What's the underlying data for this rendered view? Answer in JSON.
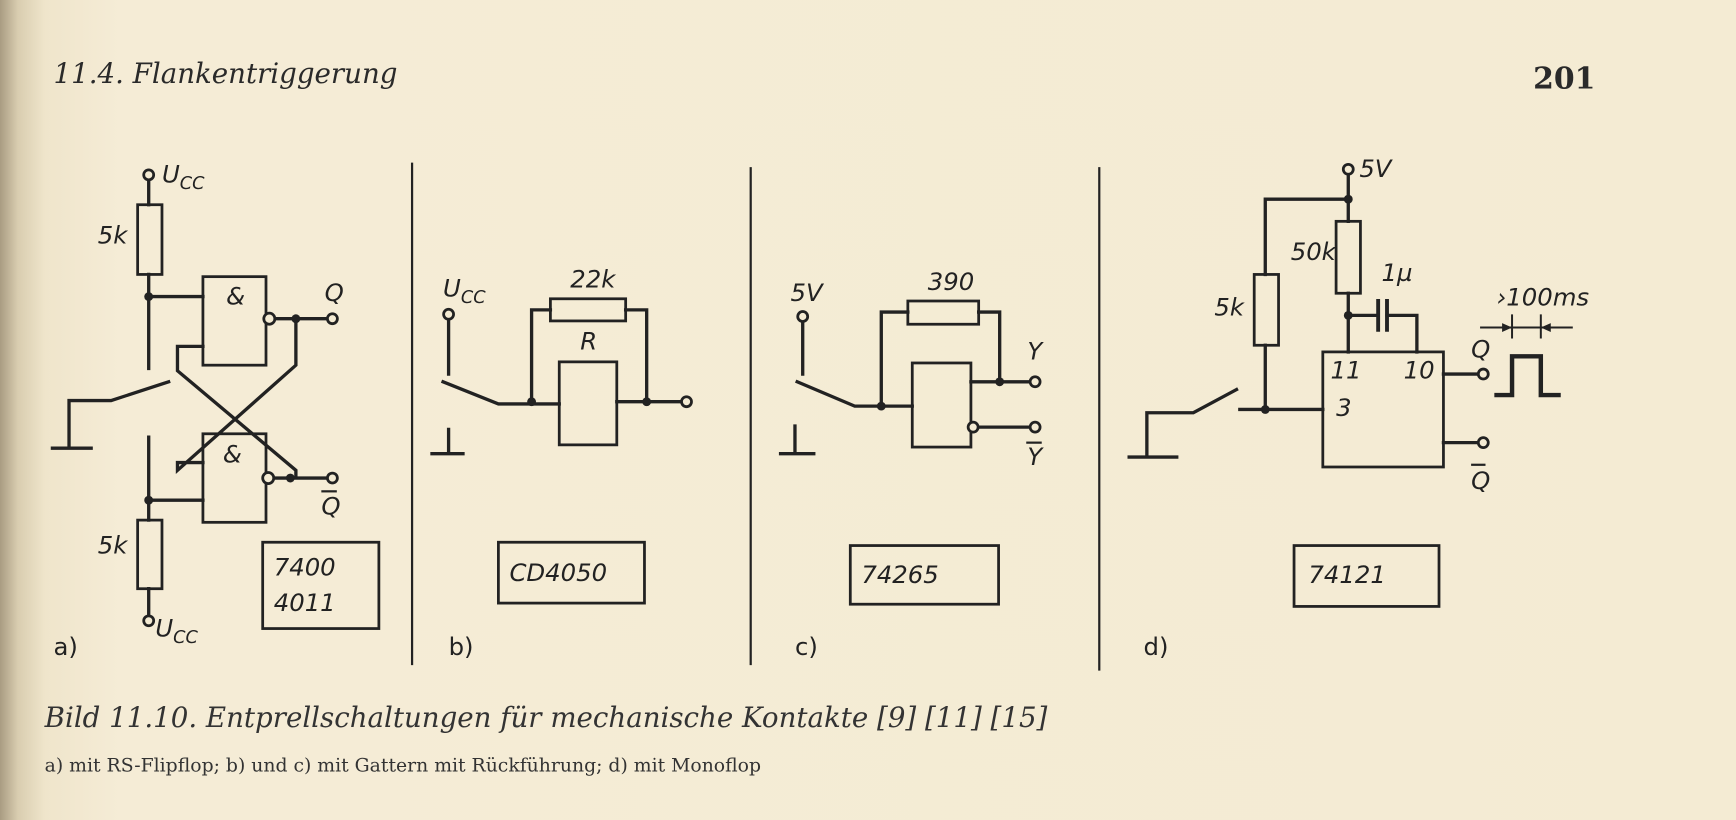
{
  "header": {
    "section": "11.4. Flankentriggerung",
    "page_number": "201"
  },
  "figure": {
    "a": {
      "label": "a)",
      "supply_top": "U",
      "supply_top_sub": "CC",
      "supply_bottom": "U",
      "supply_bottom_sub": "CC",
      "r_top": "5k",
      "r_bottom": "5k",
      "gate_symbol": "&",
      "out_q": "Q",
      "out_qbar": "Q",
      "chip_line1": "7400",
      "chip_line2": "4011"
    },
    "b": {
      "label": "b)",
      "supply": "U",
      "supply_sub": "CC",
      "resistor": "22k",
      "block": "R",
      "chip": "CD4050"
    },
    "c": {
      "label": "c)",
      "supply": "5V",
      "resistor": "390",
      "out_y": "Y",
      "out_ybar": "Y",
      "chip": "74265"
    },
    "d": {
      "label": "d)",
      "supply": "5V",
      "r1": "5k",
      "r2": "50k",
      "cap": "1µ",
      "pin11": "11",
      "pin10": "10",
      "pin3": "3",
      "out_q": "Q",
      "out_qbar": "Q",
      "pulse": "›100ms",
      "chip": "74121"
    }
  },
  "caption": {
    "title": "Bild 11.10. Entprellschaltungen für mechanische Kontakte [9] [11] [15]",
    "subtitle": "a) mit RS-Flipflop;  b) und c) mit Gattern mit Rückführung;  d) mit Monoflop"
  }
}
